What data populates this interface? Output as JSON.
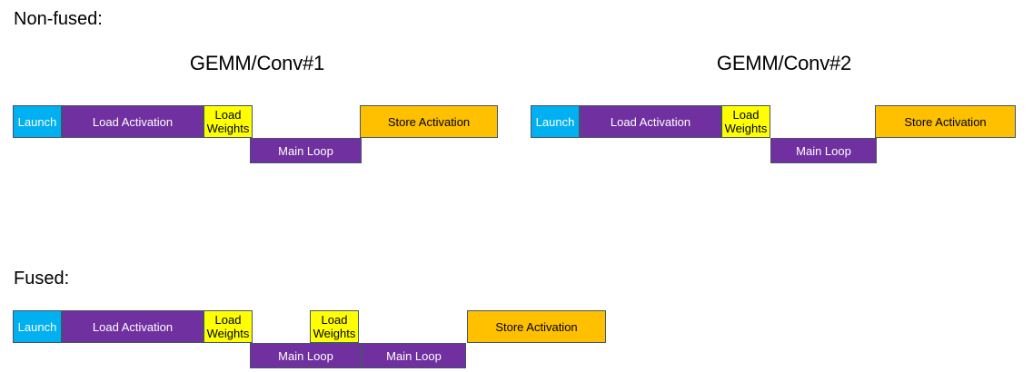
{
  "colors": {
    "launch": "#00B0F0",
    "load_activation": "#7030A0",
    "load_weights": "#FFFF00",
    "main_loop": "#7030A0",
    "store_activation": "#FFC000",
    "border": "#44546A",
    "background": "#FFFFFF",
    "text_dark": "#000000",
    "text_light": "#FFFFFF"
  },
  "sections": [
    {
      "label": "Non-fused:",
      "groups": [
        {
          "title": "GEMM/Conv#1",
          "bars": [
            {
              "name": "launch",
              "label": "Launch"
            },
            {
              "name": "load-activation",
              "label": "Load Activation"
            },
            {
              "name": "load-weights",
              "label": "Load\nWeights"
            },
            {
              "name": "main-loop",
              "label": "Main Loop"
            },
            {
              "name": "store-activation",
              "label": "Store Activation"
            }
          ]
        },
        {
          "title": "GEMM/Conv#2",
          "bars": [
            {
              "name": "launch",
              "label": "Launch"
            },
            {
              "name": "load-activation",
              "label": "Load Activation"
            },
            {
              "name": "load-weights",
              "label": "Load\nWeights"
            },
            {
              "name": "main-loop",
              "label": "Main Loop"
            },
            {
              "name": "store-activation",
              "label": "Store Activation"
            }
          ]
        }
      ]
    },
    {
      "label": "Fused:",
      "groups": [
        {
          "title": "",
          "bars": [
            {
              "name": "launch",
              "label": "Launch"
            },
            {
              "name": "load-activation",
              "label": "Load Activation"
            },
            {
              "name": "load-weights-1",
              "label": "Load\nWeights"
            },
            {
              "name": "load-weights-2",
              "label": "Load\nWeights"
            },
            {
              "name": "main-loop-1",
              "label": "Main Loop"
            },
            {
              "name": "main-loop-2",
              "label": "Main Loop"
            },
            {
              "name": "store-activation",
              "label": "Store Activation"
            }
          ]
        }
      ]
    }
  ],
  "labels": {
    "non_fused": "Non-fused:",
    "fused": "Fused:",
    "gemm_conv_1": "GEMM/Conv#1",
    "gemm_conv_2": "GEMM/Conv#2",
    "launch": "Launch",
    "load_activation": "Load Activation",
    "load_weights": "Load\nWeights",
    "main_loop": "Main Loop",
    "store_activation": "Store Activation"
  }
}
